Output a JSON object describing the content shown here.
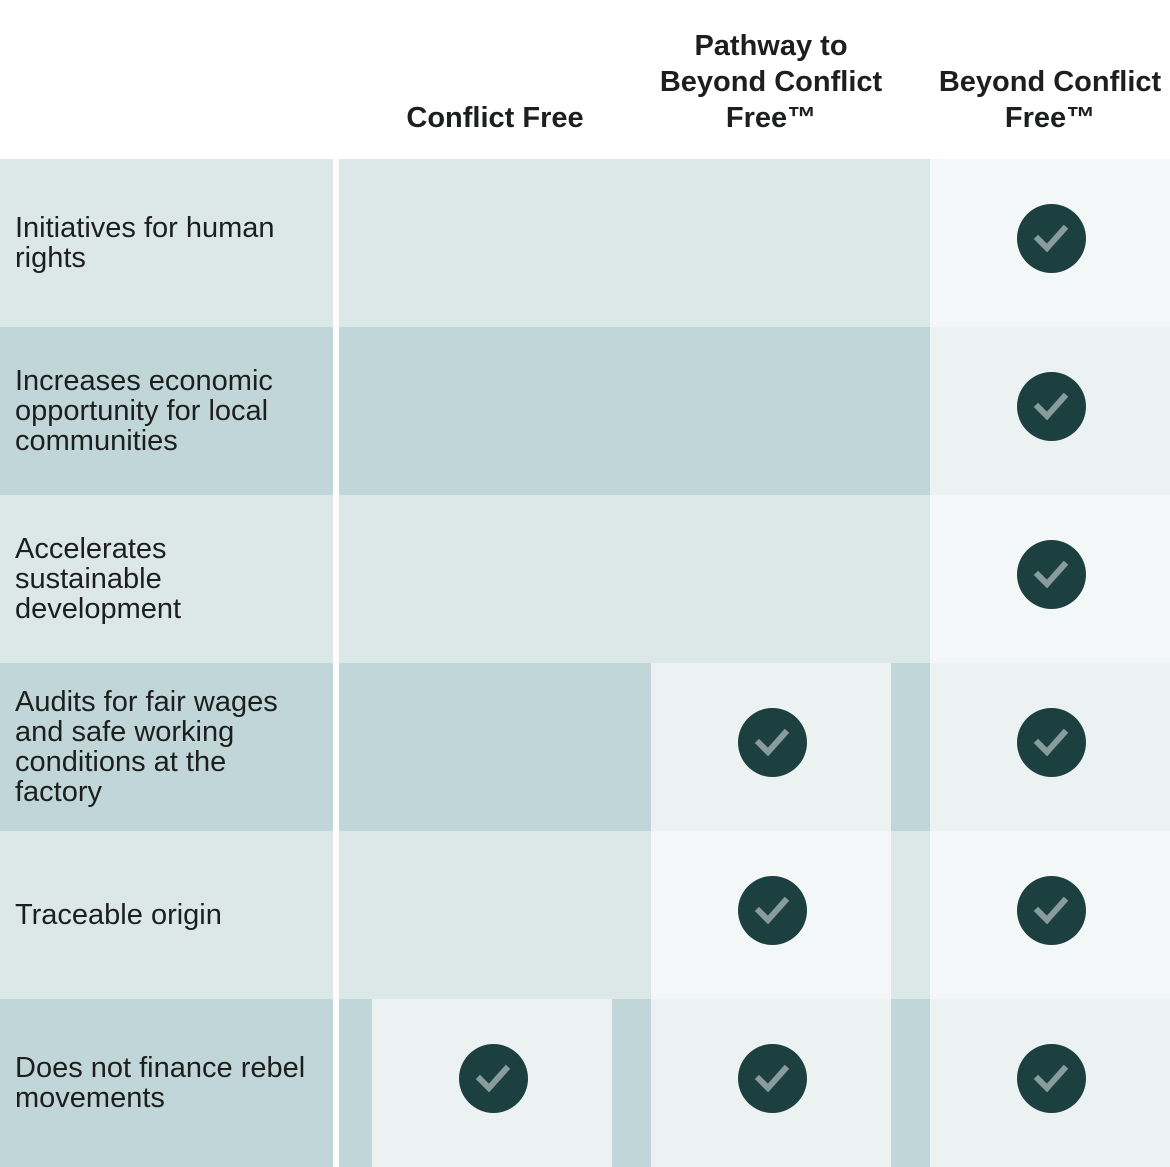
{
  "columns": [
    {
      "key": "conflict_free",
      "label": "Conflict Free"
    },
    {
      "key": "pathway",
      "label": "Pathway to\nBeyond Conflict\nFree™"
    },
    {
      "key": "beyond",
      "label": "Beyond Conflict\nFree™"
    }
  ],
  "rows": [
    {
      "label": "Initiatives for human\nrights",
      "checks": [
        false,
        false,
        true
      ]
    },
    {
      "label": "Increases economic\nopportunity for local\ncommunities",
      "checks": [
        false,
        false,
        true
      ]
    },
    {
      "label": "Accelerates\nsustainable\ndevelopment",
      "checks": [
        false,
        false,
        true
      ]
    },
    {
      "label": "Audits for fair wages\nand safe working\nconditions at the\nfactory",
      "checks": [
        false,
        true,
        true
      ]
    },
    {
      "label": "Traceable origin",
      "checks": [
        false,
        true,
        true
      ]
    },
    {
      "label": "Does not finance rebel\nmovements",
      "checks": [
        true,
        true,
        true
      ]
    }
  ],
  "icons": {
    "check": "check-circle-icon"
  },
  "colors": {
    "row_light": "#dce8e8",
    "row_dark": "#c1d6d8",
    "cell_light_checked": "#f4f7f8",
    "cell_dark_checked": "#ecf2f2",
    "check_fill": "#1c3f40",
    "check_mark": "#8a9b9c"
  }
}
